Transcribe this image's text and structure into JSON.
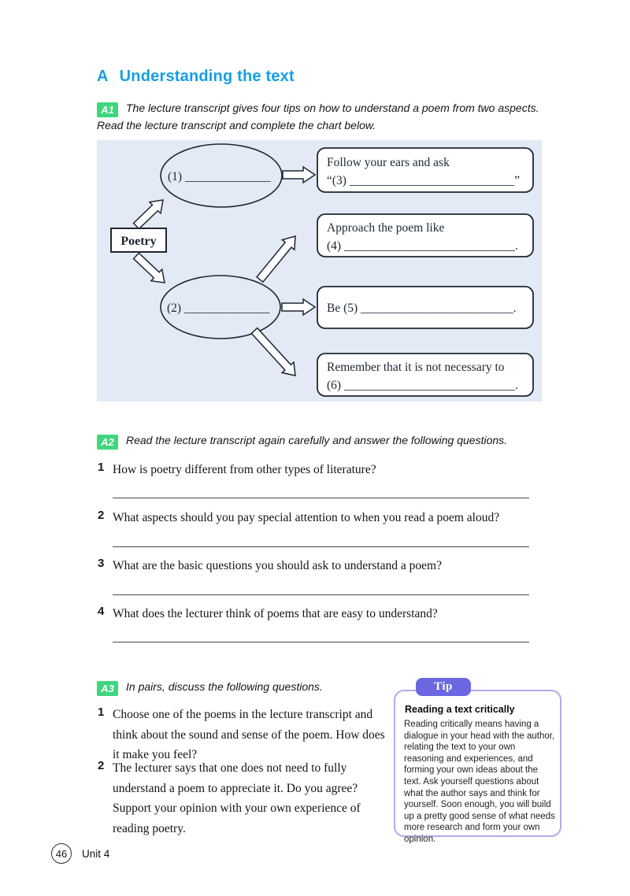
{
  "page": {
    "section_letter": "A",
    "section_title": "Understanding the text",
    "footer": {
      "page_number": "46",
      "unit_label": "Unit 4"
    }
  },
  "a1": {
    "badge": "A1",
    "instruction": "The lecture transcript gives four tips on how to understand a poem from two aspects. Read the lecture transcript and complete the chart below."
  },
  "chart": {
    "root": "Poetry",
    "ellipse1": "(1) ______________",
    "ellipse2": "(2) ______________",
    "box1_line1": "Follow your ears and ask",
    "box1_line2": "“(3) ___________________________”",
    "box2_line1": "Approach the poem like",
    "box2_line2": "(4) ____________________________.",
    "box3_line1": "Be (5) _________________________.",
    "box4_line1": "Remember that it is not necessary to",
    "box4_line2": "(6) ____________________________."
  },
  "a2": {
    "badge": "A2",
    "instruction": "Read the lecture transcript again carefully and answer the following questions.",
    "questions": [
      {
        "num": "1",
        "text": "How is poetry different from other types of literature?"
      },
      {
        "num": "2",
        "text": "What aspects should you pay special attention to when you read a poem aloud?"
      },
      {
        "num": "3",
        "text": "What are the basic questions you should ask to understand a poem?"
      },
      {
        "num": "4",
        "text": "What does the lecturer think of poems that are easy to understand?"
      }
    ]
  },
  "a3": {
    "badge": "A3",
    "instruction": "In pairs, discuss the following questions.",
    "questions": [
      {
        "num": "1",
        "text": "Choose one of the poems in the lecture transcript and think about the sound and sense of the poem. How does it make you feel?"
      },
      {
        "num": "2",
        "text": "The lecturer says that one does not need to fully understand a poem to appreciate it. Do you agree? Support your opinion with your own experience of reading poetry."
      }
    ]
  },
  "tip": {
    "label": "Tip",
    "heading": "Reading a text critically",
    "body": "Reading critically means having a dialogue in your head with the author, relating the text to your own reasoning and experiences, and forming your own ideas about the text. Ask yourself questions about what the author says and think for yourself. Soon enough, you will build up a pretty good sense of what needs more research and form your own opinion."
  },
  "colors": {
    "heading_blue": "#149fe3",
    "badge_green": "#3ed77d",
    "chart_bg": "#e3eaf5",
    "tip_purple": "#6a67e0",
    "tip_border": "#b2abe8"
  }
}
